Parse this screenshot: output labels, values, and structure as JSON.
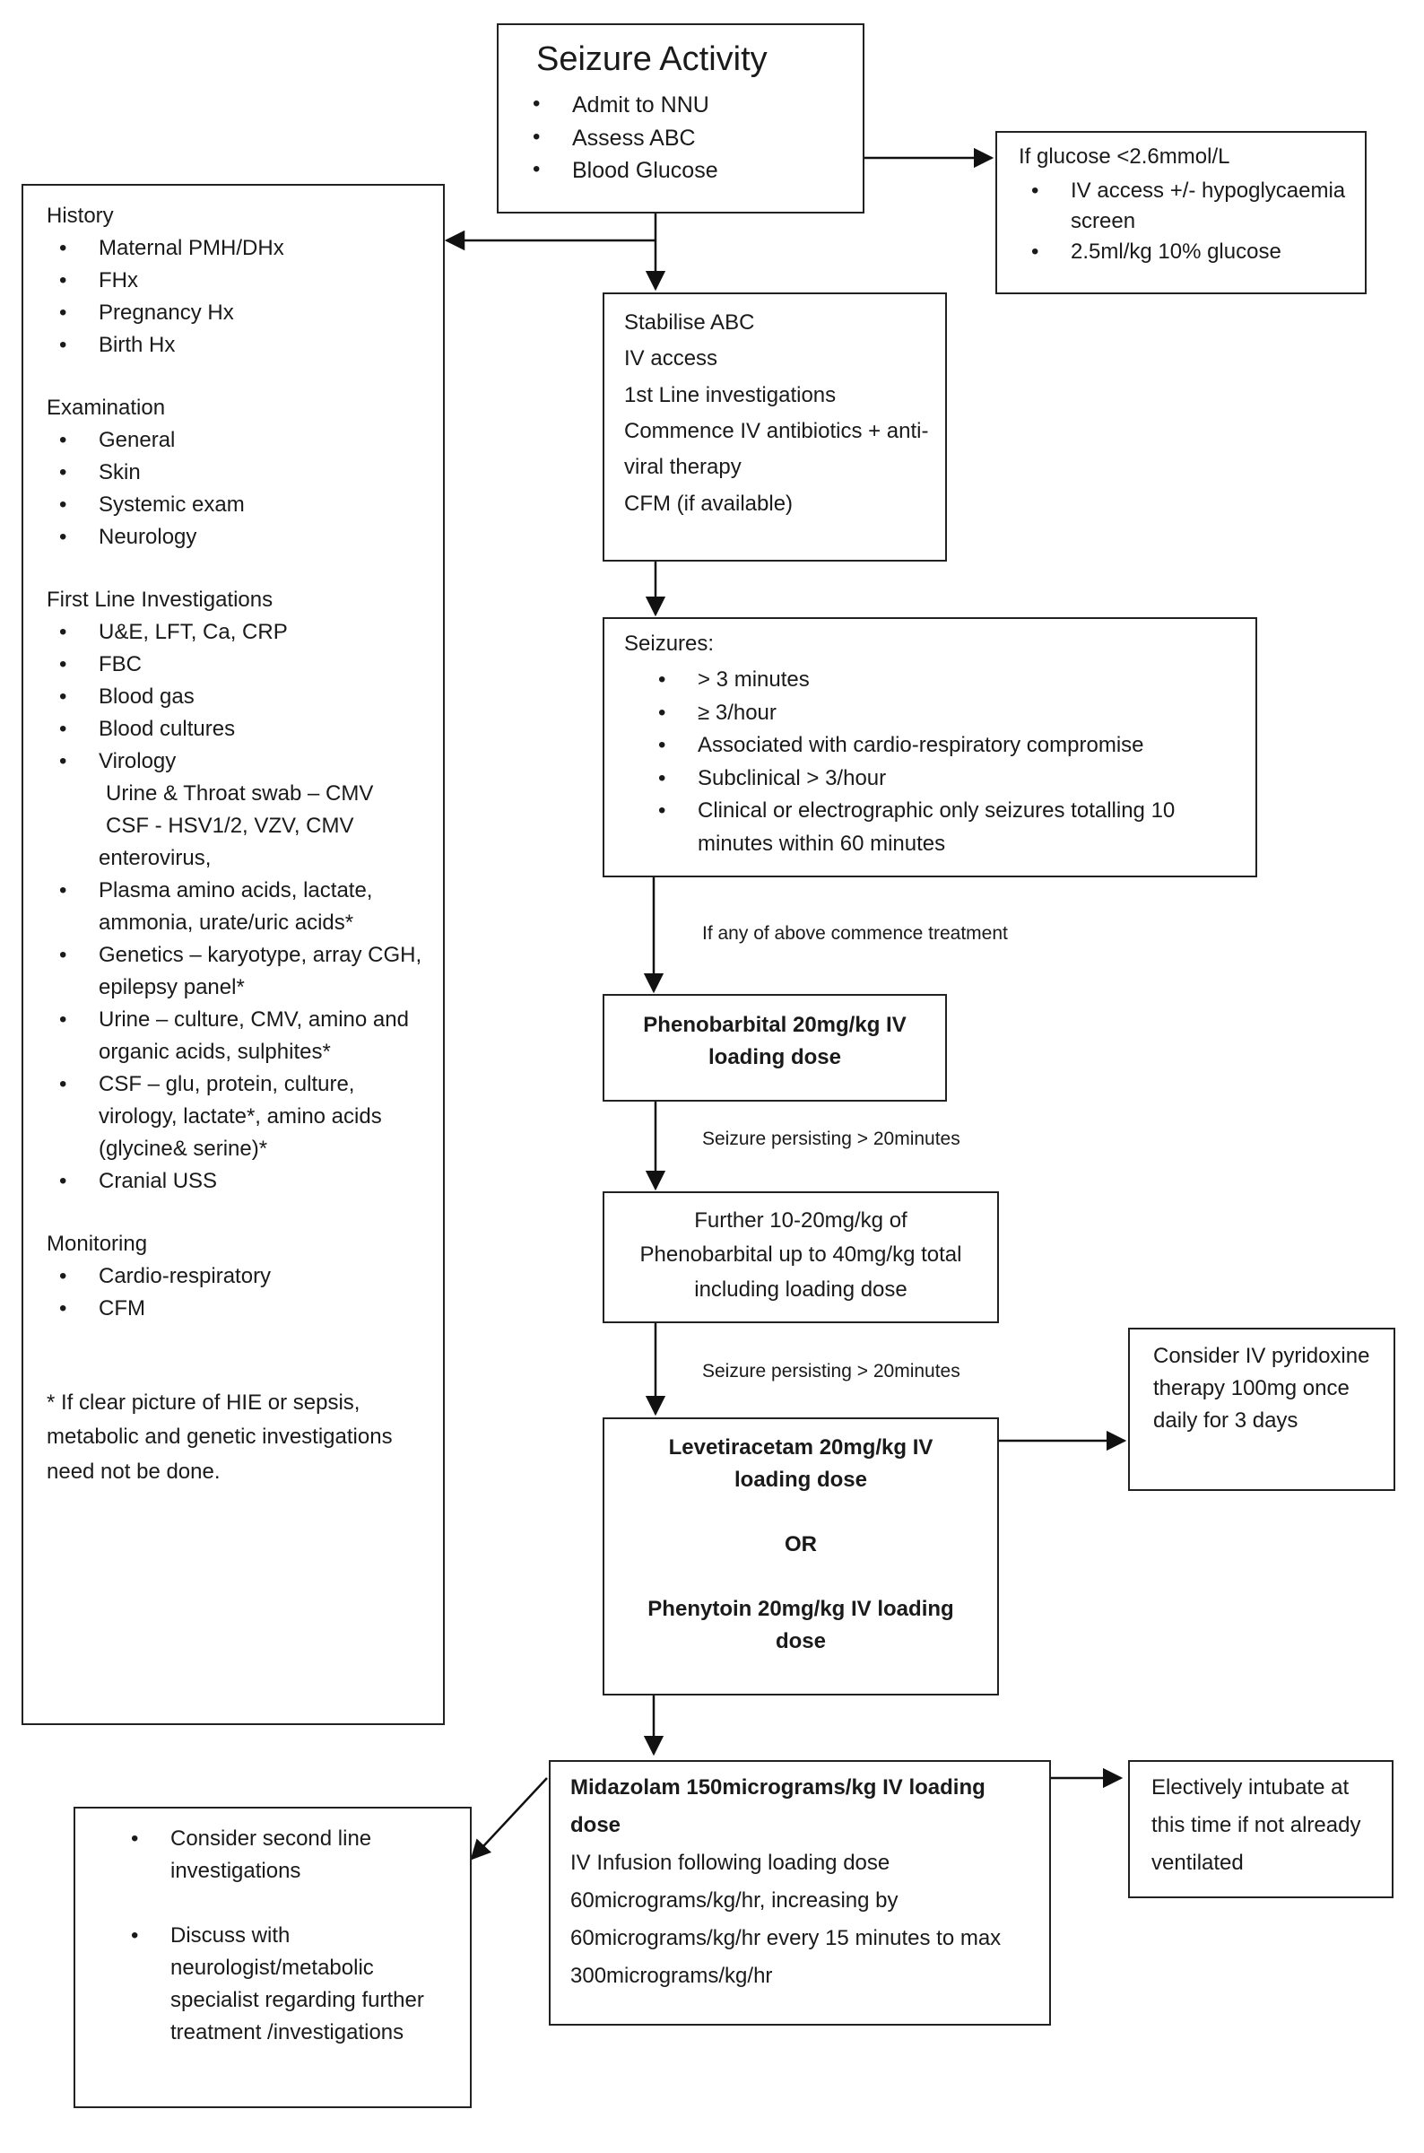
{
  "seizure_activity": {
    "title": "Seizure Activity",
    "items": [
      "Admit to NNU",
      "Assess ABC",
      "Blood Glucose"
    ]
  },
  "glucose": {
    "heading": "If glucose <2.6mmol/L",
    "items": [
      "IV access +/- hypoglycaemia screen",
      "2.5ml/kg 10% glucose"
    ]
  },
  "left_panel": {
    "history": {
      "heading": "History",
      "items": [
        "Maternal PMH/DHx",
        "FHx",
        "Pregnancy Hx",
        "Birth Hx"
      ]
    },
    "examination": {
      "heading": "Examination",
      "items": [
        "General",
        "Skin",
        "Systemic exam",
        "Neurology"
      ]
    },
    "first_line": {
      "heading": "First Line Investigations",
      "items": [
        "U&E, LFT, Ca, CRP",
        "FBC",
        "Blood gas",
        "Blood cultures",
        "Virology",
        "Plasma amino acids, lactate, ammonia, urate/uric acids*",
        "Genetics – karyotype, array CGH, epilepsy panel*",
        "Urine – culture, CMV, amino and organic acids, sulphites*",
        "CSF – glu, protein, culture, virology, lactate*, amino acids (glycine& serine)*",
        "Cranial USS"
      ],
      "virology_sub": [
        "Urine & Throat swab – CMV",
        "CSF -  HSV1/2, VZV, CMV",
        "enterovirus,"
      ]
    },
    "monitoring": {
      "heading": "Monitoring",
      "items": [
        "Cardio-respiratory",
        "CFM"
      ]
    },
    "footnote": "* If clear picture of HIE or sepsis, metabolic and genetic investigations need not be done."
  },
  "stabilise": {
    "lines": [
      "Stabilise ABC",
      "IV access",
      "1st Line investigations",
      "Commence IV antibiotics + anti-viral therapy",
      "CFM (if available)"
    ]
  },
  "seizures": {
    "heading": "Seizures:",
    "items": [
      "> 3 minutes",
      "≥ 3/hour",
      "Associated with cardio-respiratory compromise",
      "Subclinical > 3/hour",
      "Clinical or electrographic only seizures totalling 10 minutes within 60 minutes"
    ]
  },
  "labels": {
    "commence": "If any of above commence treatment",
    "persist1": "Seizure persisting > 20minutes",
    "persist2": "Seizure persisting > 20minutes"
  },
  "phenobarbital": {
    "text": "Phenobarbital 20mg/kg IV loading dose"
  },
  "further": {
    "text": "Further 10-20mg/kg of Phenobarbital up to 40mg/kg total including loading dose"
  },
  "levetiracetam": {
    "lev": "Levetiracetam 20mg/kg IV loading dose",
    "or": "OR",
    "phen": "Phenytoin 20mg/kg IV loading dose"
  },
  "pyridoxine": {
    "text": "Consider IV pyridoxine therapy 100mg once daily for 3 days"
  },
  "midazolam": {
    "bold": "Midazolam 150micrograms/kg IV loading dose",
    "infusion": "IV Infusion following loading dose 60micrograms/kg/hr, increasing by 60micrograms/kg/hr every 15 minutes to max 300micrograms/kg/hr"
  },
  "intubate": {
    "text": "Electively intubate at this time if not already ventilated"
  },
  "second_line": {
    "items": [
      "Consider second line investigations",
      "Discuss with neurologist/metabolic specialist regarding further treatment /investigations"
    ]
  }
}
